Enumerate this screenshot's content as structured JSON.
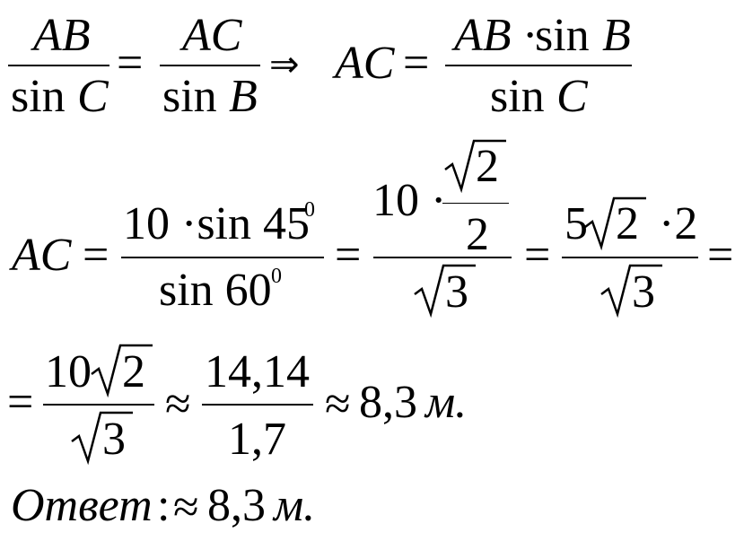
{
  "line1": {
    "frac1_num": "AB",
    "frac1_den_fn": "sin",
    "frac1_den_var": "C",
    "eq": "=",
    "frac2_num": "AC",
    "frac2_den_fn": "sin",
    "frac2_den_var": "B",
    "implies": "⇒",
    "lhs": "AC",
    "eq2": "=",
    "frac3_num_var": "AB",
    "dot": "·",
    "frac3_num_fn": "sin",
    "frac3_num_arg": "B",
    "frac3_den_fn": "sin",
    "frac3_den_var": "C"
  },
  "line2": {
    "lhs": "AC",
    "eq": "=",
    "frac1_num": "10 ·sin 45",
    "frac1_num_sup": "0",
    "frac1_den": "sin 60",
    "frac1_den_sup": "0",
    "eq2": "=",
    "frac2_num_ten": "10 ·",
    "frac2_inner_num": "2",
    "frac2_inner_den": "2",
    "frac2_den": "3",
    "eq3": "=",
    "frac3_num_five": "5",
    "frac3_num_root": "2",
    "frac3_num_tail": "·2",
    "frac3_den": "3",
    "eq4": "="
  },
  "line3": {
    "eq": "=",
    "frac1_num_ten": "10",
    "frac1_num_root": "2",
    "frac1_den": "3",
    "approx1": "≈",
    "frac2_num": "14,14",
    "frac2_den": "1,7",
    "approx2": "≈",
    "result": "8,3",
    "unit": "м."
  },
  "answer": {
    "label": "Ответ",
    "colon": ":",
    "approx": "≈",
    "result": "8,3",
    "unit": "м."
  }
}
